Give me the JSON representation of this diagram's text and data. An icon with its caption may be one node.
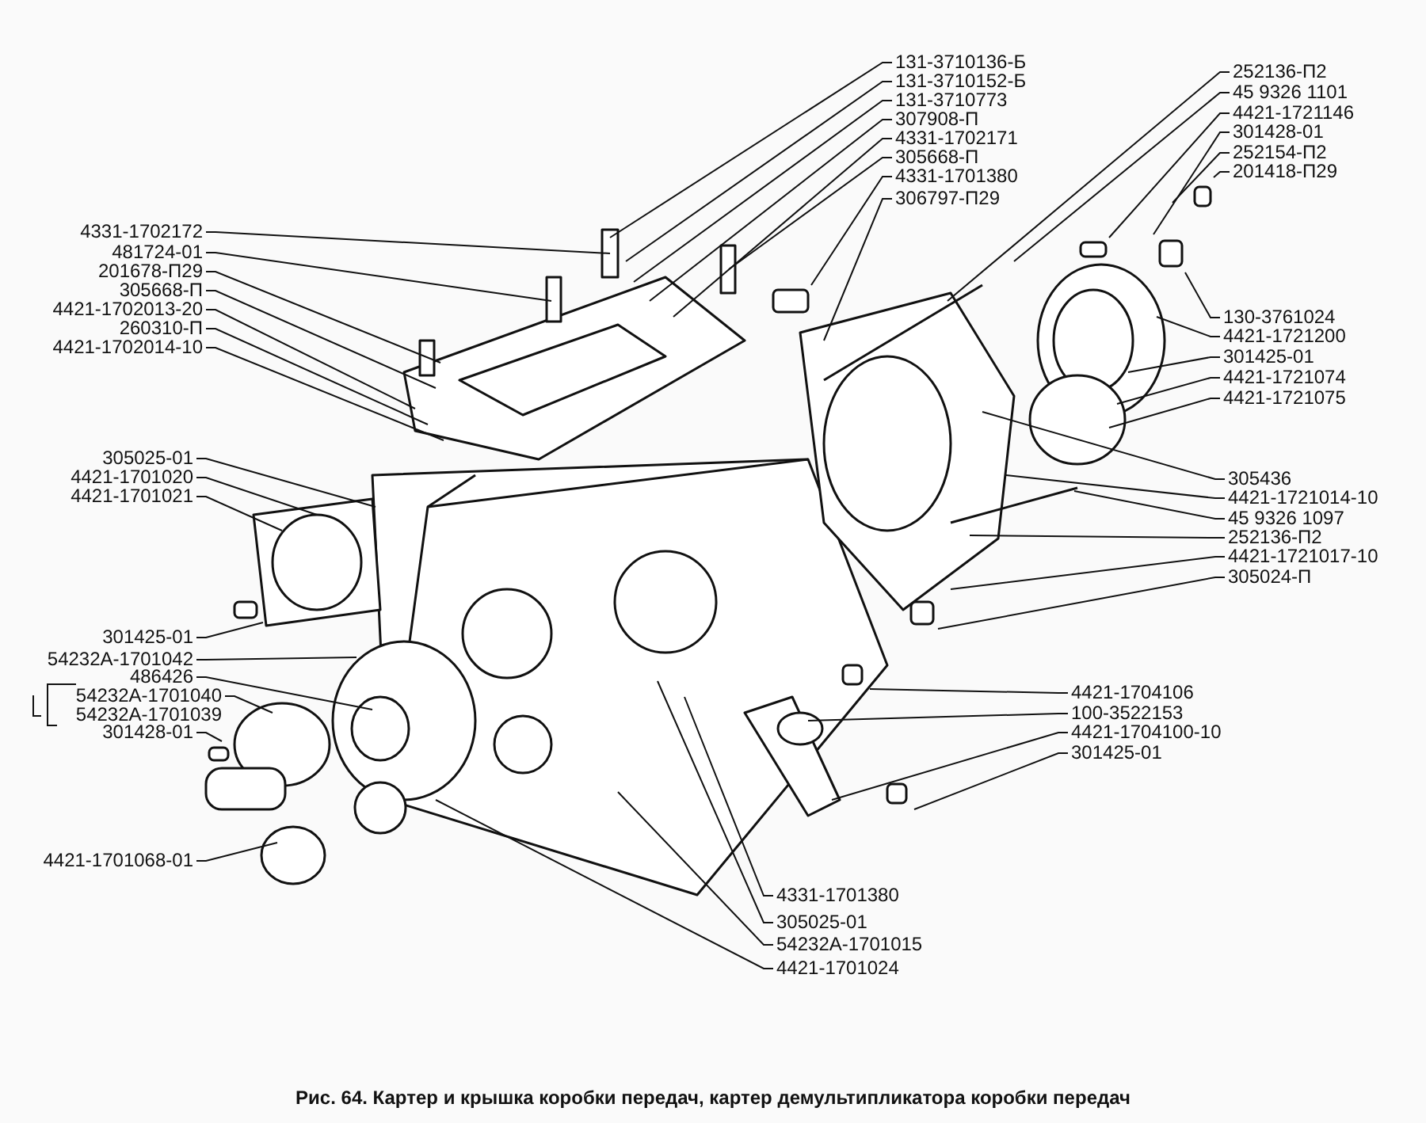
{
  "diagram": {
    "caption": "Рис. 64. Картер и крышка коробки передач, картер демультипликатора коробки передач",
    "nodes": [
      {
        "text": [
          "131-3710136-Б"
        ]
      },
      {
        "text": [
          "131-3710152-Б"
        ]
      },
      {
        "text": [
          "131-3710773"
        ]
      },
      {
        "text": [
          "307908-П"
        ]
      },
      {
        "text": [
          "4331-1702171"
        ]
      },
      {
        "text": [
          "305668-П"
        ]
      },
      {
        "text": [
          "4331-1701380"
        ]
      },
      {
        "text": [
          "306797-П29"
        ]
      },
      {
        "text": [
          "252136-П2"
        ]
      },
      {
        "text": [
          "45 9326 1101"
        ]
      },
      {
        "text": [
          "4421-1721146"
        ]
      },
      {
        "text": [
          "301428-01"
        ]
      },
      {
        "text": [
          "252154-П2"
        ]
      },
      {
        "text": [
          "201418-П29"
        ]
      },
      {
        "text": [
          "130-3761024"
        ]
      },
      {
        "text": [
          "4421-1721200"
        ]
      },
      {
        "text": [
          "301425-01"
        ]
      },
      {
        "text": [
          "4421-1721074"
        ]
      },
      {
        "text": [
          "4421-1721075"
        ]
      },
      {
        "text": [
          "305436"
        ]
      },
      {
        "text": [
          "4421-1721014-10"
        ]
      },
      {
        "text": [
          "45 9326 1097"
        ]
      },
      {
        "text": [
          "252136-П2"
        ]
      },
      {
        "text": [
          "4421-1721017-10"
        ]
      },
      {
        "text": [
          "305024-П"
        ]
      },
      {
        "text": [
          "4421-1704106"
        ]
      },
      {
        "text": [
          "100-3522153"
        ]
      },
      {
        "text": [
          "4421-1704100-10"
        ]
      },
      {
        "text": [
          "301425-01"
        ]
      },
      {
        "text": [
          "4331-1701380"
        ]
      },
      {
        "text": [
          "305025-01"
        ]
      },
      {
        "text": [
          "54232A-1701015"
        ]
      },
      {
        "text": [
          "4421-1701024"
        ]
      },
      {
        "text": [
          "4331-1702172"
        ]
      },
      {
        "text": [
          "481724-01"
        ]
      },
      {
        "text": [
          "201678-П29"
        ]
      },
      {
        "text": [
          "305668-П"
        ]
      },
      {
        "text": [
          "4421-1702013-20"
        ]
      },
      {
        "text": [
          "260310-П"
        ]
      },
      {
        "text": [
          "4421-1702014-10"
        ]
      },
      {
        "text": [
          "305025-01"
        ]
      },
      {
        "text": [
          "4421-1701020"
        ]
      },
      {
        "text": [
          "4421-1701021"
        ]
      },
      {
        "text": [
          "301425-01"
        ]
      },
      {
        "text": [
          "54232A-1701042"
        ]
      },
      {
        "text": [
          "486426"
        ]
      },
      {
        "text": [
          "54232A-1701040"
        ]
      },
      {
        "text": [
          "301428-01"
        ]
      },
      {
        "text": [
          "4421-1701068-01"
        ]
      }
    ],
    "edges": [
      {
        "from": 0,
        "to": null,
        "arrow": "none"
      },
      {
        "from": 1,
        "to": null,
        "arrow": "none"
      },
      {
        "from": 2,
        "to": null,
        "arrow": "none"
      },
      {
        "from": 3,
        "to": null,
        "arrow": "none"
      },
      {
        "from": 4,
        "to": null,
        "arrow": "none"
      },
      {
        "from": 5,
        "to": null,
        "arrow": "none"
      },
      {
        "from": 6,
        "to": null,
        "arrow": "none"
      },
      {
        "from": 7,
        "to": null,
        "arrow": "none"
      },
      {
        "from": 8,
        "to": null,
        "arrow": "none"
      },
      {
        "from": 9,
        "to": null,
        "arrow": "none"
      },
      {
        "from": 10,
        "to": null,
        "arrow": "none"
      },
      {
        "from": 11,
        "to": null,
        "arrow": "none"
      },
      {
        "from": 12,
        "to": null,
        "arrow": "none"
      },
      {
        "from": 13,
        "to": null,
        "arrow": "none"
      },
      {
        "from": 14,
        "to": null,
        "arrow": "none"
      },
      {
        "from": 15,
        "to": null,
        "arrow": "none"
      },
      {
        "from": 16,
        "to": null,
        "arrow": "none"
      },
      {
        "from": 17,
        "to": null,
        "arrow": "none"
      },
      {
        "from": 18,
        "to": null,
        "arrow": "none"
      },
      {
        "from": 19,
        "to": null,
        "arrow": "none"
      },
      {
        "from": 20,
        "to": null,
        "arrow": "none"
      },
      {
        "from": 21,
        "to": null,
        "arrow": "none"
      },
      {
        "from": 22,
        "to": null,
        "arrow": "none"
      },
      {
        "from": 23,
        "to": null,
        "arrow": "none"
      },
      {
        "from": 24,
        "to": null,
        "arrow": "none"
      },
      {
        "from": 25,
        "to": null,
        "arrow": "none"
      },
      {
        "from": 26,
        "to": null,
        "arrow": "none"
      },
      {
        "from": 27,
        "to": null,
        "arrow": "none"
      },
      {
        "from": 28,
        "to": null,
        "arrow": "none"
      },
      {
        "from": 29,
        "to": null,
        "arrow": "none"
      },
      {
        "from": 30,
        "to": null,
        "arrow": "none"
      },
      {
        "from": 31,
        "to": null,
        "arrow": "none"
      },
      {
        "from": 32,
        "to": null,
        "arrow": "none"
      },
      {
        "from": 33,
        "to": null,
        "arrow": "none"
      },
      {
        "from": 34,
        "to": null,
        "arrow": "none"
      },
      {
        "from": 35,
        "to": null,
        "arrow": "none"
      },
      {
        "from": 36,
        "to": null,
        "arrow": "none"
      },
      {
        "from": 37,
        "to": null,
        "arrow": "none"
      },
      {
        "from": 38,
        "to": null,
        "arrow": "none"
      },
      {
        "from": 39,
        "to": null,
        "arrow": "none"
      },
      {
        "from": 40,
        "to": null,
        "arrow": "none"
      },
      {
        "from": 41,
        "to": null,
        "arrow": "none"
      },
      {
        "from": 42,
        "to": null,
        "arrow": "none"
      },
      {
        "from": 43,
        "to": null,
        "arrow": "none"
      },
      {
        "from": 44,
        "to": null,
        "arrow": "none"
      },
      {
        "from": 45,
        "to": null,
        "arrow": "none"
      },
      {
        "from": 46,
        "to": null,
        "arrow": "none"
      },
      {
        "from": 47,
        "to": null,
        "arrow": "none"
      },
      {
        "from": 48,
        "to": null,
        "arrow": "none"
      }
    ],
    "labels": [
      "54232A-1701039"
    ]
  }
}
